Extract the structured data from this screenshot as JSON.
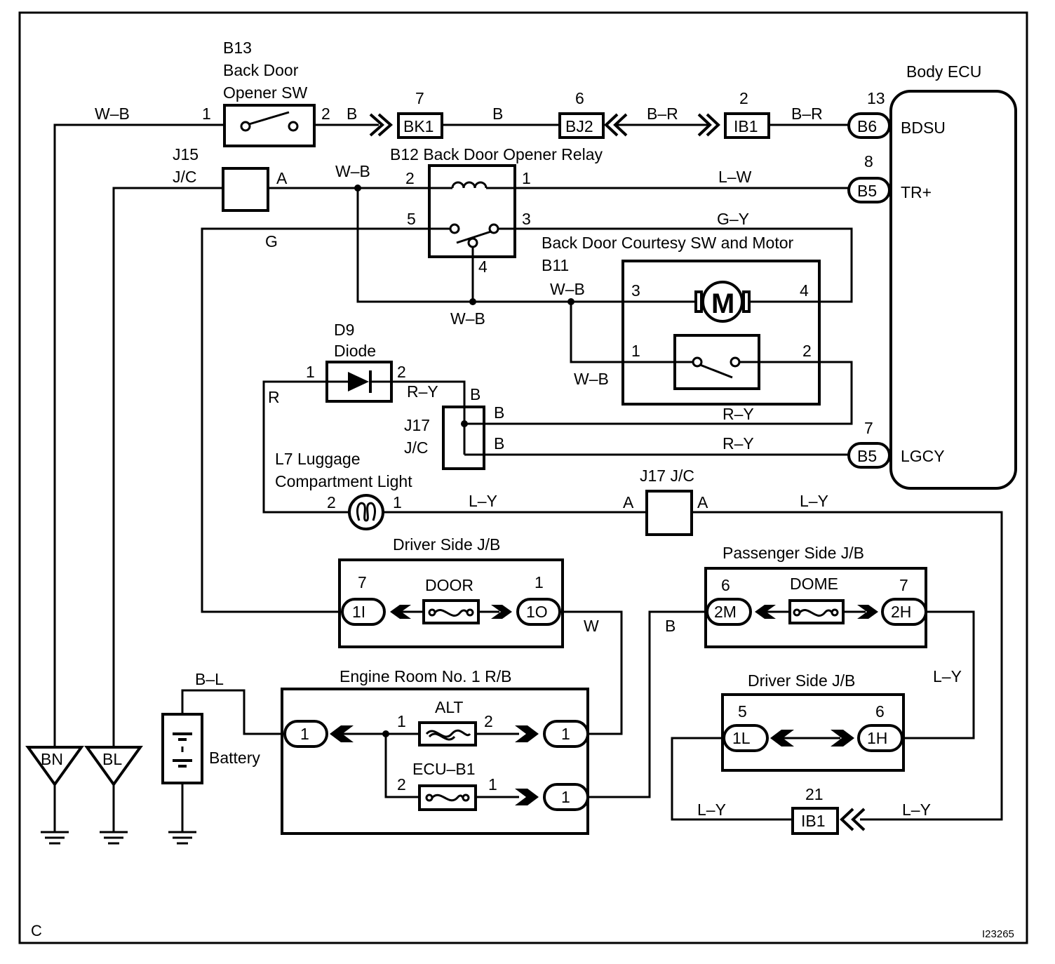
{
  "frame": {
    "corner": "C",
    "fig_id": "I23265"
  },
  "b13": {
    "id": "B13",
    "line1": "Back Door",
    "line2": "Opener SW",
    "pin1": "1",
    "pin2": "2"
  },
  "wires": {
    "wb1": "W–B",
    "b1": "B",
    "b2": "B",
    "br1": "B–R",
    "br2": "B–R",
    "wb_relay": "W–B",
    "lw": "L–W",
    "gy": "G–Y",
    "g": "G",
    "wb_mid": "W–B",
    "wb_motor": "W–B",
    "wb_sw": "W–B",
    "r": "R",
    "ry_diode": "R–Y",
    "ry1": "R–Y",
    "ry2": "R–Y",
    "j17b_top": "B",
    "j17b_1": "B",
    "j17b_2": "B",
    "ly1": "L–Y",
    "ly2": "L–Y",
    "ly_right": "L–Y",
    "ly_ib1_l": "L–Y",
    "ly_ib1_r": "L–Y",
    "w": "W",
    "b_pass": "B",
    "bl": "B–L"
  },
  "connectors": {
    "bk1": {
      "pin": "7",
      "label": "BK1"
    },
    "bj2": {
      "pin": "6",
      "label": "BJ2"
    },
    "ib1_top": {
      "pin": "2",
      "label": "IB1"
    },
    "ib1_bot": {
      "pin": "21",
      "label": "IB1"
    }
  },
  "ecu": {
    "title": "Body ECU",
    "bdsu_pin": "13",
    "bdsu_conn": "B6",
    "bdsu": "BDSU",
    "tr_pin": "8",
    "tr_conn": "B5",
    "tr": "TR+",
    "lgcy_pin": "7",
    "lgcy_conn": "B5",
    "lgcy": "LGCY"
  },
  "j15": {
    "line1": "J15",
    "line2": "J/C",
    "pin": "A"
  },
  "relay": {
    "title": "B12 Back Door Opener Relay",
    "p1": "1",
    "p2": "2",
    "p3": "3",
    "p4": "4",
    "p5": "5"
  },
  "b11": {
    "title": "Back Door Courtesy SW and Motor",
    "id": "B11",
    "p1": "1",
    "p2": "2",
    "p3": "3",
    "p4": "4",
    "motor": "M"
  },
  "d9": {
    "id": "D9",
    "name": "Diode",
    "p1": "1",
    "p2": "2"
  },
  "j17": {
    "line1": "J17",
    "line2": "J/C",
    "title2": "J17 J/C",
    "pa1": "A",
    "pa2": "A"
  },
  "l7": {
    "line1": "L7 Luggage",
    "line2": "Compartment Light",
    "p1": "1",
    "p2": "2"
  },
  "djb1": {
    "title": "Driver Side J/B",
    "fuse": "DOOR",
    "lp": "7",
    "lc": "1I",
    "rp": "1",
    "rc": "1O"
  },
  "pjb": {
    "title": "Passenger Side J/B",
    "fuse": "DOME",
    "lp": "6",
    "lc": "2M",
    "rp": "7",
    "rc": "2H"
  },
  "djb2": {
    "title": "Driver Side J/B",
    "lp": "5",
    "lc": "1L",
    "rp": "6",
    "rc": "1H"
  },
  "er": {
    "title": "Engine Room No. 1 R/B",
    "alt": "ALT",
    "ecu": "ECU–B1",
    "c1": "1",
    "c2": "1",
    "c3": "1",
    "alt_p1": "1",
    "alt_p2": "2",
    "ecu_p1": "1",
    "ecu_p2": "2"
  },
  "battery": "Battery",
  "grounds": {
    "bn": "BN",
    "bl": "BL"
  }
}
